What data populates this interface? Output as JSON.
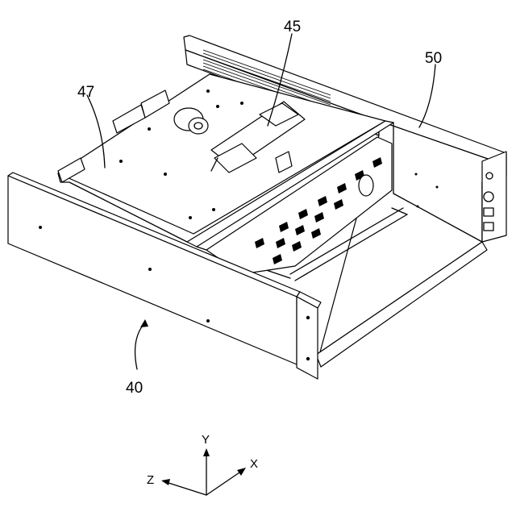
{
  "figure": {
    "reference_numerals": {
      "device": "40",
      "top_board": "45",
      "inner_plate": "47",
      "rear_housing": "50"
    },
    "axes": {
      "x": "X",
      "y": "Y",
      "z": "Z"
    }
  }
}
